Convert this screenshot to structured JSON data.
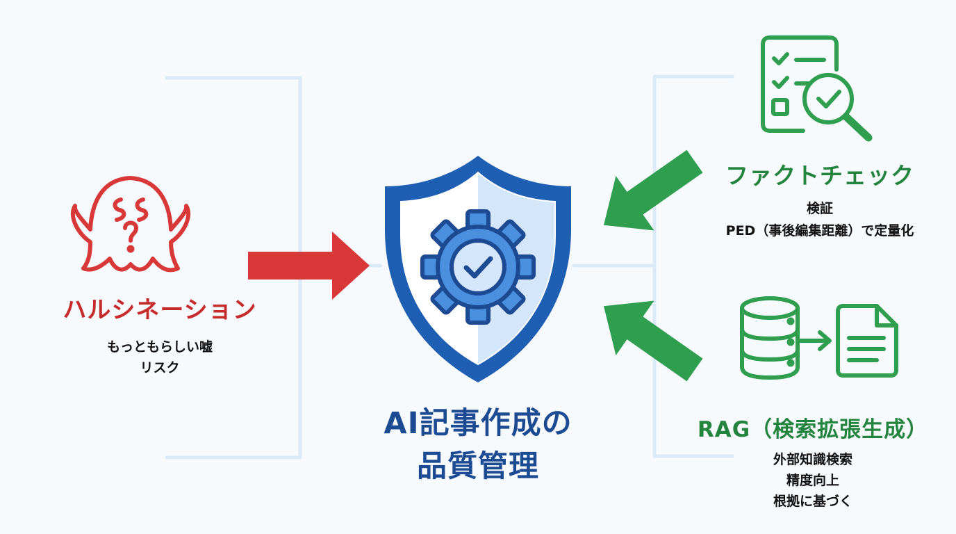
{
  "colors": {
    "red": "#d93838",
    "title_red": "#c62b2b",
    "green": "#2f9e4f",
    "title_green": "#23843e",
    "blue": "#1f5fb3",
    "navy": "#1d4b93",
    "light_blue": "#d4e6f9",
    "bracket": "#dce9f7",
    "text": "#111111"
  },
  "left": {
    "icon": "ghost-icon",
    "title": "ハルシネーション",
    "desc": [
      "もっともらしい嘘",
      "リスク"
    ]
  },
  "center": {
    "icon": "shield-gear-check-icon",
    "title": [
      "AI記事作成の",
      "品質管理"
    ]
  },
  "right_top": {
    "icon": "checklist-magnifier-icon",
    "title": "ファクトチェック",
    "desc": [
      "検証",
      "PED（事後編集距離）で定量化"
    ]
  },
  "right_bottom": {
    "icon": "database-to-document-icon",
    "title": "RAG（検索拡張生成）",
    "desc": [
      "外部知識検索",
      "精度向上",
      "根拠に基づく"
    ]
  }
}
